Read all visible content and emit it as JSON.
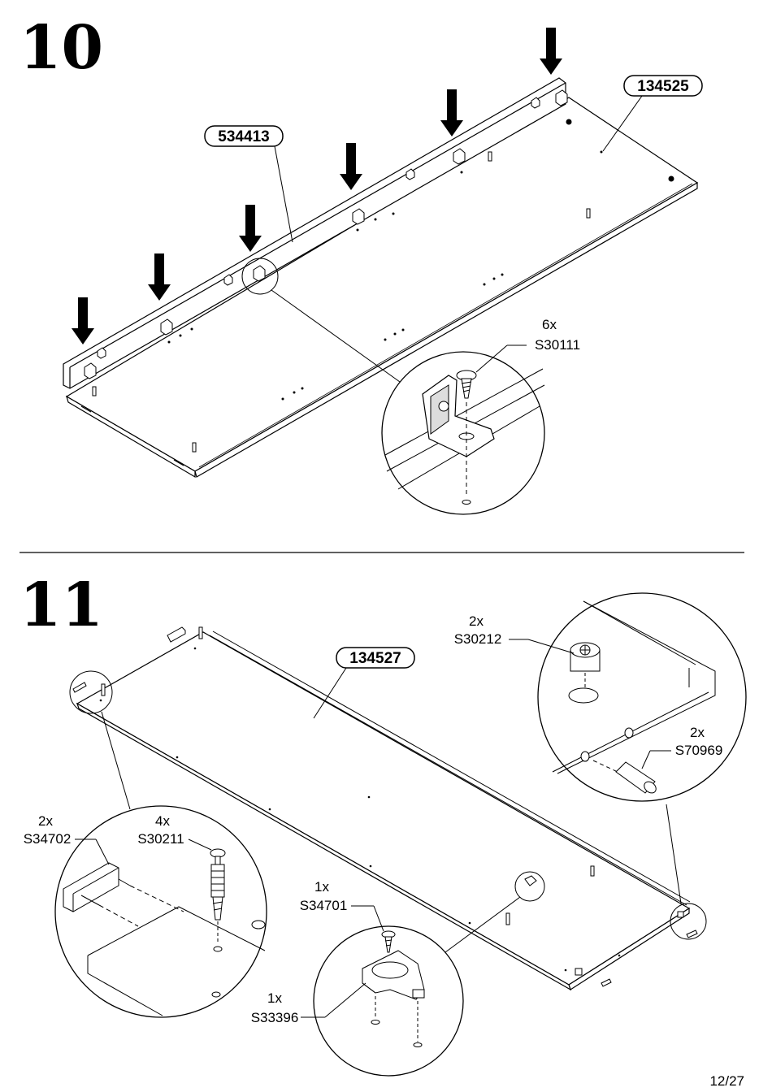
{
  "steps": [
    {
      "number": "10",
      "part_labels": [
        "534413",
        "134525"
      ],
      "callouts": [
        {
          "qty": "6x",
          "code": "S30111"
        }
      ]
    },
    {
      "number": "11",
      "part_labels": [
        "134527"
      ],
      "callouts": [
        {
          "qty": "2x",
          "code": "S30212"
        },
        {
          "qty": "2x",
          "code": "S70969"
        },
        {
          "qty": "2x",
          "code": "S34702"
        },
        {
          "qty": "4x",
          "code": "S30211"
        },
        {
          "qty": "1x",
          "code": "S34701"
        },
        {
          "qty": "1x",
          "code": "S33396"
        }
      ]
    }
  ],
  "page_number": "12/27"
}
